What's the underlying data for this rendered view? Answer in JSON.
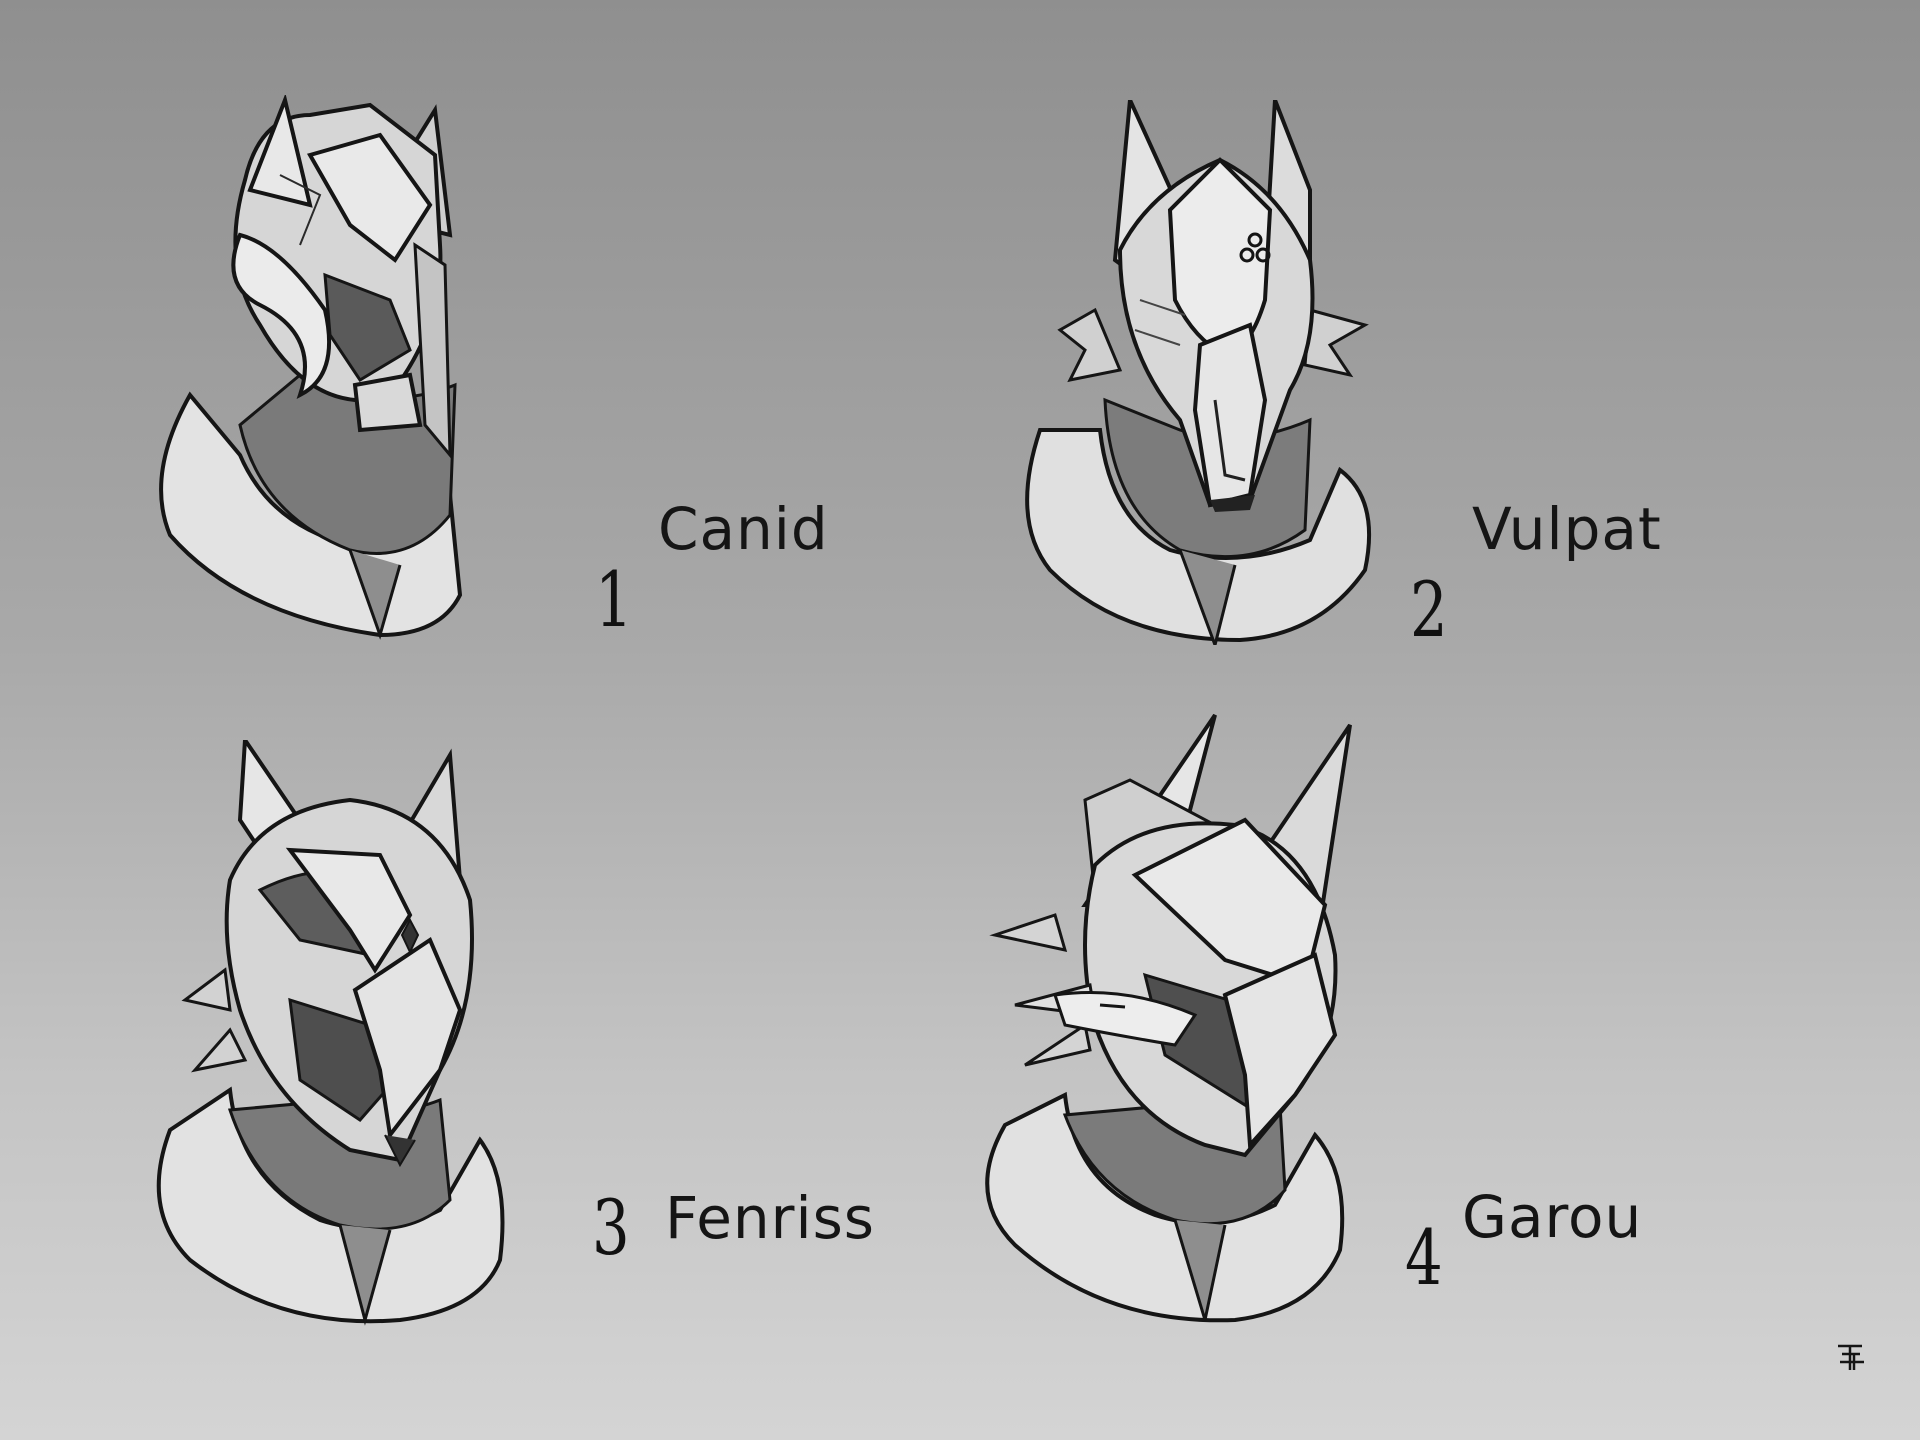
{
  "variants": [
    {
      "number": "1",
      "name": "Canid",
      "icon": "canid-helmet-sketch"
    },
    {
      "number": "2",
      "name": "Vulpat",
      "icon": "vulpat-helmet-sketch"
    },
    {
      "number": "3",
      "name": "Fenriss",
      "icon": "fenriss-helmet-sketch"
    },
    {
      "number": "4",
      "name": "Garou",
      "icon": "garou-helmet-sketch"
    }
  ],
  "colors": {
    "background_top": "#8f8f8f",
    "background_bottom": "#d4d4d4",
    "ink": "#151515",
    "armor_light": "#e6e6e6",
    "armor_mid": "#b8b8b8",
    "armor_dark": "#6e6e6e"
  }
}
